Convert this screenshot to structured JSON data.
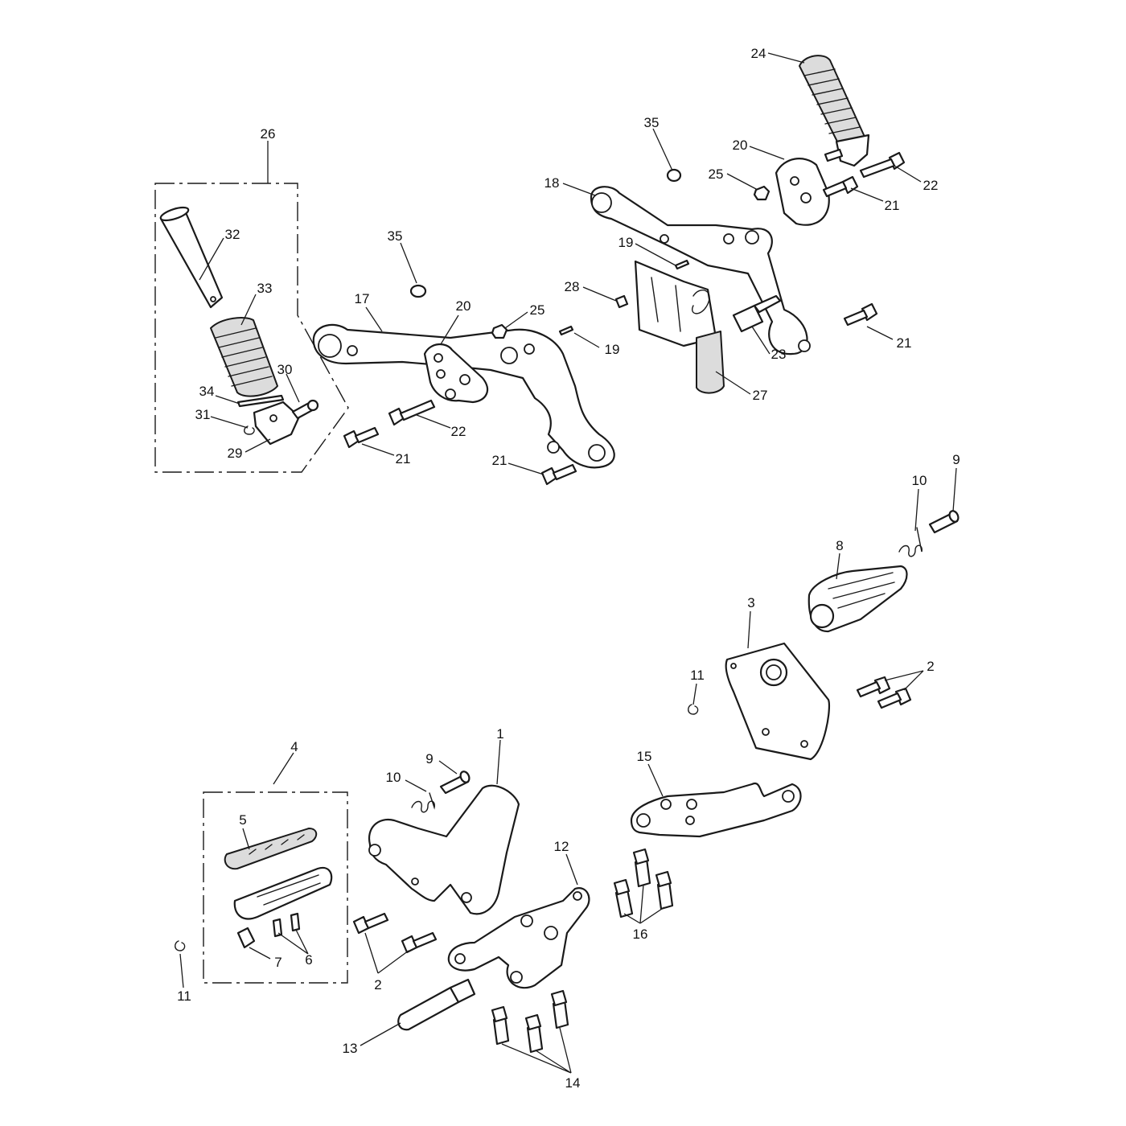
{
  "callouts": [
    "1",
    "2",
    "3",
    "4",
    "5",
    "6",
    "7",
    "8",
    "9",
    "10",
    "11",
    "12",
    "13",
    "14",
    "15",
    "16",
    "17",
    "18",
    "19",
    "20",
    "21",
    "22",
    "23",
    "24",
    "25",
    "26",
    "27",
    "28",
    "29",
    "30",
    "31",
    "32",
    "33",
    "34",
    "35"
  ],
  "labels": [
    {
      "key": "24",
      "text": "24"
    },
    {
      "key": "35a",
      "text": "35"
    },
    {
      "key": "20a",
      "text": "20"
    },
    {
      "key": "25a",
      "text": "25"
    },
    {
      "key": "22a",
      "text": "22"
    },
    {
      "key": "21a",
      "text": "21"
    },
    {
      "key": "18",
      "text": "18"
    },
    {
      "key": "26",
      "text": "26"
    },
    {
      "key": "32",
      "text": "32"
    },
    {
      "key": "35b",
      "text": "35"
    },
    {
      "key": "19a",
      "text": "19"
    },
    {
      "key": "28",
      "text": "28"
    },
    {
      "key": "33",
      "text": "33"
    },
    {
      "key": "17",
      "text": "17"
    },
    {
      "key": "20b",
      "text": "20"
    },
    {
      "key": "25b",
      "text": "25"
    },
    {
      "key": "19b",
      "text": "19"
    },
    {
      "key": "23",
      "text": "23"
    },
    {
      "key": "21b",
      "text": "21"
    },
    {
      "key": "30",
      "text": "30"
    },
    {
      "key": "27",
      "text": "27"
    },
    {
      "key": "34",
      "text": "34"
    },
    {
      "key": "22b",
      "text": "22"
    },
    {
      "key": "31",
      "text": "31"
    },
    {
      "key": "29",
      "text": "29"
    },
    {
      "key": "21c",
      "text": "21"
    },
    {
      "key": "21d",
      "text": "21"
    },
    {
      "key": "9a",
      "text": "9"
    },
    {
      "key": "10a",
      "text": "10"
    },
    {
      "key": "8",
      "text": "8"
    },
    {
      "key": "3",
      "text": "3"
    },
    {
      "key": "2a",
      "text": "2"
    },
    {
      "key": "11a",
      "text": "11"
    },
    {
      "key": "1",
      "text": "1"
    },
    {
      "key": "4",
      "text": "4"
    },
    {
      "key": "9b",
      "text": "9"
    },
    {
      "key": "15",
      "text": "15"
    },
    {
      "key": "10b",
      "text": "10"
    },
    {
      "key": "5",
      "text": "5"
    },
    {
      "key": "12",
      "text": "12"
    },
    {
      "key": "16",
      "text": "16"
    },
    {
      "key": "6",
      "text": "6"
    },
    {
      "key": "7",
      "text": "7"
    },
    {
      "key": "2b",
      "text": "2"
    },
    {
      "key": "11b",
      "text": "11"
    },
    {
      "key": "13",
      "text": "13"
    },
    {
      "key": "14",
      "text": "14"
    }
  ]
}
